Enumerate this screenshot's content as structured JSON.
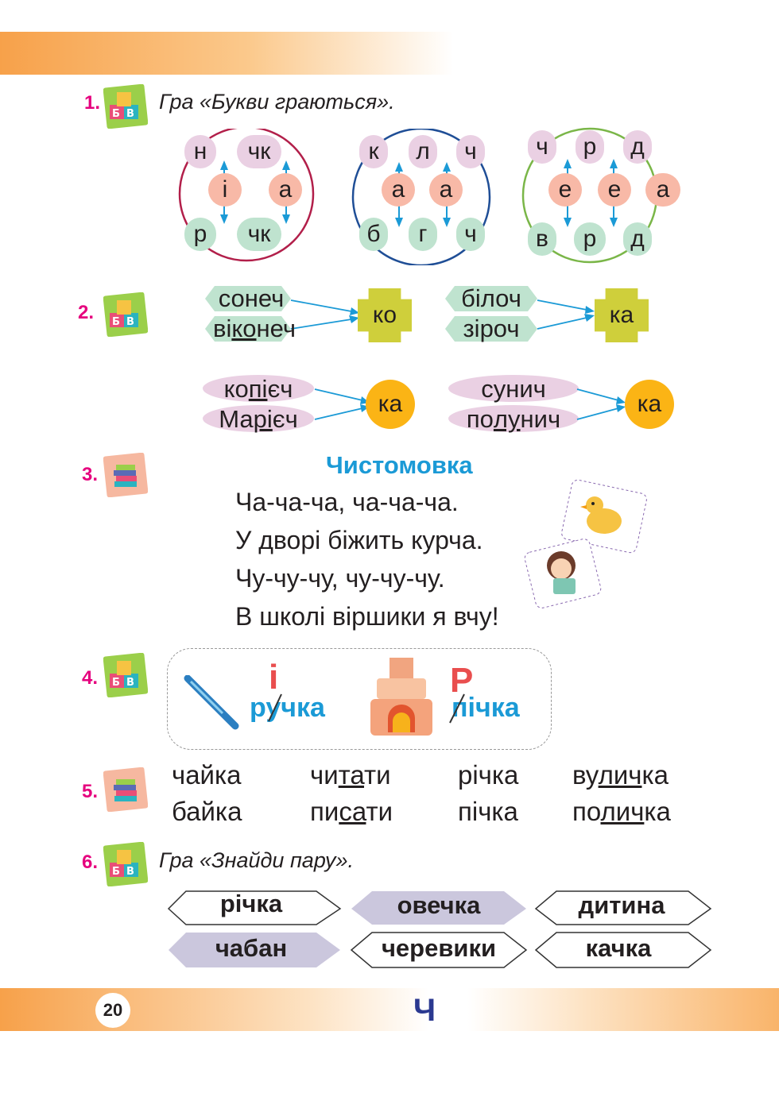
{
  "page_number": "20",
  "page_letter": "Ч",
  "ex1": {
    "number": "1.",
    "title": "Гра «Букви граються».",
    "circle1": {
      "top_left": "н",
      "top_right": "чк",
      "mid_left": "і",
      "mid_right": "а",
      "bot_left": "р",
      "bot_right": "чк"
    },
    "circle2": {
      "top1": "к",
      "top2": "л",
      "top3": "ч",
      "mid1": "а",
      "mid2": "а",
      "bot1": "б",
      "bot2": "г",
      "bot3": "ч"
    },
    "circle3": {
      "top1": "ч",
      "top2": "р",
      "top3": "д",
      "mid1": "е",
      "mid2": "е",
      "mid3": "а",
      "bot1": "в",
      "bot2": "р",
      "bot3": "д"
    }
  },
  "ex2": {
    "number": "2.",
    "g1": {
      "w1": "сонеч",
      "w2_a": "ві",
      "w2_b": "ко",
      "w2_c": "неч",
      "suffix": "ко"
    },
    "g2": {
      "w1": "білоч",
      "w2": "зіроч",
      "suffix": "ка"
    },
    "g3": {
      "w1_a": "ко",
      "w1_b": "пі",
      "w1_c": "єч",
      "w2_a": "Ма",
      "w2_b": "рі",
      "w2_c": "єч",
      "suffix": "ка"
    },
    "g4": {
      "w1": "сунич",
      "w2_a": "по",
      "w2_b": "лу",
      "w2_c": "нич",
      "suffix": "ка"
    }
  },
  "ex3": {
    "number": "3.",
    "title": "Чистомовка",
    "lines": [
      "Ча-ча-ча, ча-ча-ча.",
      "У дворі біжить курча.",
      "Чу-чу-чу, чу-чу-чу.",
      "В школі віршики я вчу!"
    ]
  },
  "ex4": {
    "number": "4.",
    "w1_insert": "і",
    "w1_a": "ру",
    "w1_b": "чка",
    "w2_insert": "Р",
    "w2_a": "п",
    "w2_b": "ічка"
  },
  "ex5": {
    "number": "5.",
    "col1": [
      "чайка",
      "байка"
    ],
    "col2": [
      {
        "a": "чи",
        "b": "та",
        "c": "ти"
      },
      {
        "a": "пи",
        "b": "са",
        "c": "ти"
      }
    ],
    "col3": [
      "річка",
      "пічка"
    ],
    "col4": [
      {
        "a": "ву",
        "b": "лич",
        "c": "ка"
      },
      {
        "a": "по",
        "b": "лич",
        "c": "ка"
      }
    ]
  },
  "ex6": {
    "number": "6.",
    "title": "Гра «Знайди пару».",
    "row1": [
      "річка",
      "овечка",
      "дитина"
    ],
    "row2": [
      "чабан",
      "черевики",
      "качка"
    ],
    "colors": {
      "filled": "#cbc7dd"
    }
  },
  "colors": {
    "accent_orange": "#f7a14a",
    "pink_num": "#e6007e",
    "blue_title": "#1b9ad6",
    "arrow": "#1b9ad6"
  }
}
